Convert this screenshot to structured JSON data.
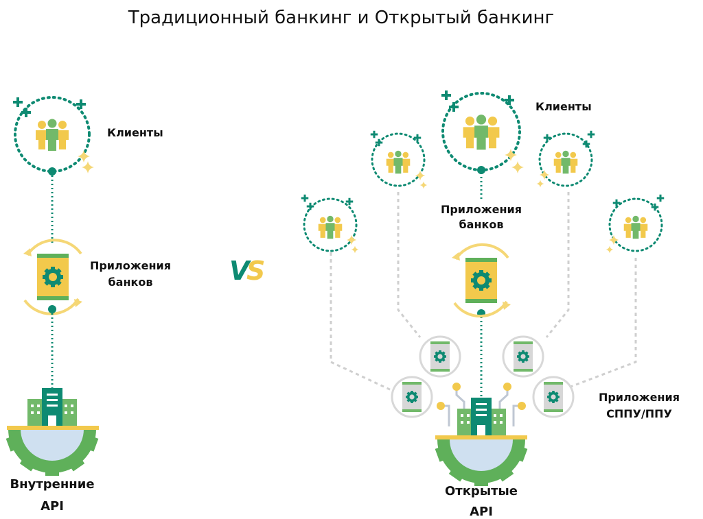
{
  "title": "Традиционный банкинг и Открытый банкинг",
  "vs": {
    "v": "V",
    "s": "S"
  },
  "left": {
    "clients_label": "Клиенты",
    "apps_label_1": "Приложения",
    "apps_label_2": "банков",
    "api_label_1": "Внутренние",
    "api_label_2": "API"
  },
  "right": {
    "clients_label": "Клиенты",
    "apps_label_1": "Приложения",
    "apps_label_2": "банков",
    "third_party_label_1": "Приложения",
    "third_party_label_2": "СППУ/ППУ",
    "api_label_1": "Открытые",
    "api_label_2": "API"
  },
  "colors": {
    "teal": "#0e8a72",
    "teal_dark": "#0b7a62",
    "green": "#72b96a",
    "yellow": "#f2c94c",
    "yellow_light": "#f5d776",
    "gray": "#cfcfcf",
    "gear_green": "#5fb05a",
    "ground_blue": "#cfe0f0"
  }
}
